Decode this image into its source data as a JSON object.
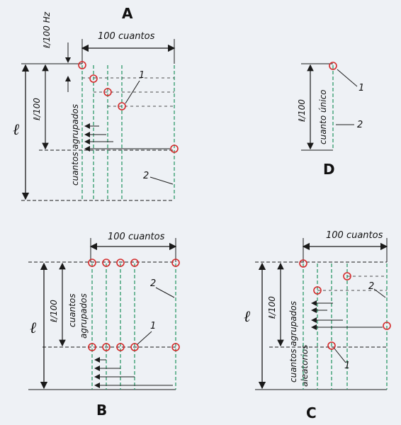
{
  "panels": {
    "A": {
      "letter": "A",
      "hundred_label": "100 cuantos",
      "rotated_label": "cuantos agrupados",
      "l_symbol": "ℓ",
      "l100_label": "ℓ/100",
      "l100hz_label": "ℓ/100 Hz",
      "callout_1": "1",
      "callout_2": "2"
    },
    "D": {
      "letter": "D",
      "rotated_label": "cuanto único",
      "l100_label": "ℓ/100",
      "callout_1": "1",
      "callout_2": "2"
    },
    "B": {
      "letter": "B",
      "hundred_label": "100 cuantos",
      "rotated_label_1": "cuantos",
      "rotated_label_2": "agrupados",
      "l_symbol": "ℓ",
      "l100_label": "ℓ/100",
      "callout_1": "1",
      "callout_2": "2"
    },
    "C": {
      "letter": "C",
      "hundred_label": "100 cuantos",
      "rotated_label_1": "cuantos agrupados",
      "rotated_label_2": "aleatorios",
      "l_symbol": "ℓ",
      "l100_label": "ℓ/100",
      "callout_1": "1",
      "callout_2": "2"
    }
  },
  "colors": {
    "ink": "#1a1a1a",
    "green_dashed": "#2e9a6a",
    "red_circle": "#d42a2a",
    "paper": "#eef1f5"
  }
}
